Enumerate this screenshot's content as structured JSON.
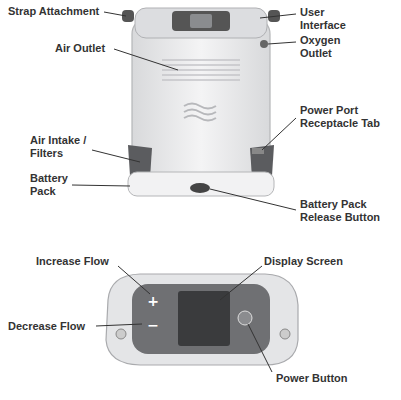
{
  "diagram": {
    "labels": [
      "Strap Attachment",
      "User Interface",
      "Oxygen Outlet",
      "Air Outlet",
      "Power Port Receptacle Tab",
      "Air Intake / Filters",
      "Battery Pack",
      "Battery Pack Release Button",
      "Increase Flow",
      "Display Screen",
      "Decrease Flow",
      "Power Button",
      "+",
      "−"
    ]
  }
}
